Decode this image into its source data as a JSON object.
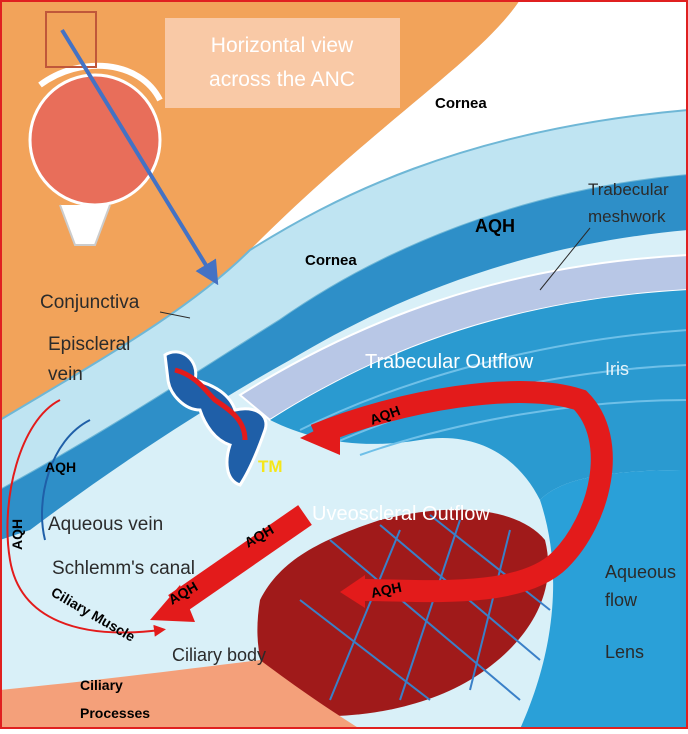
{
  "title_box": {
    "line1": "Horizontal view",
    "line2": "across the ANC"
  },
  "labels": {
    "cornea_top": "Cornea",
    "cornea_mid": "Cornea",
    "aqh_center": "AQH",
    "trabecular_meshwork_line1": "Trabecular",
    "trabecular_meshwork_line2": "meshwork",
    "conjunctiva": "Conjunctiva",
    "episcleral_line1": "Episcleral",
    "episcleral_line2": "vein",
    "trabecular_outflow": "Trabecular Outflow",
    "iris": "Iris",
    "tm": "TM",
    "aqueous_vein": "Aqueous vein",
    "uveoscleral_outflow": "Uveoscleral Outflow",
    "schlemms_canal": "Schlemm's canal",
    "aqueous_flow_line1": "Aqueous",
    "aqueous_flow_line2": "flow",
    "lens": "Lens",
    "ciliary_body": "Ciliary body",
    "ciliary_muscle": "Ciliary Muscle",
    "ciliary_processes_line1": "Ciliary",
    "ciliary_processes_line2": "Processes"
  },
  "arrows": {
    "aqh_trabecular": "AQH",
    "aqh_uveo_upper": "AQH",
    "aqh_uveo_lower": "AQH",
    "aqh_aqueous": "AQH",
    "aqh_left_inner": "AQH",
    "aqh_left_outer": "AQH"
  },
  "colors": {
    "skin": "#f2a35a",
    "aqueous": "#d9f0f8",
    "iris": "#2a9ad0",
    "ciliary": "#a01a1a",
    "arrow_red": "#e31b1b",
    "arrow_blue": "#4472c4",
    "tm_yellow": "#f5e61a",
    "border": "#e02020"
  }
}
